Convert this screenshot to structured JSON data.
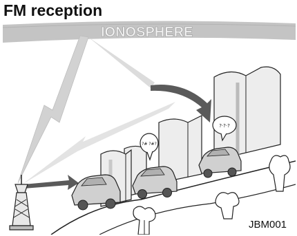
{
  "title": "FM reception",
  "figure": {
    "banner_label": "IONOSPHERE",
    "bubble_texts": [
      "?#\n?#?",
      "?·?·?"
    ],
    "code": "JBM001"
  },
  "colors": {
    "banner": "#c4c4c4",
    "banner_text": "#f2f2f2",
    "dark_arrow": "#5a5a5a",
    "light_beam": "#cfcfcf",
    "building": "#e9e9e9",
    "car": "#d0d0d0",
    "outline": "#222222"
  },
  "icons": {
    "tower": "radio-tower-icon",
    "bubble": "speech-bubble-icon",
    "tree": "tree-icon"
  }
}
